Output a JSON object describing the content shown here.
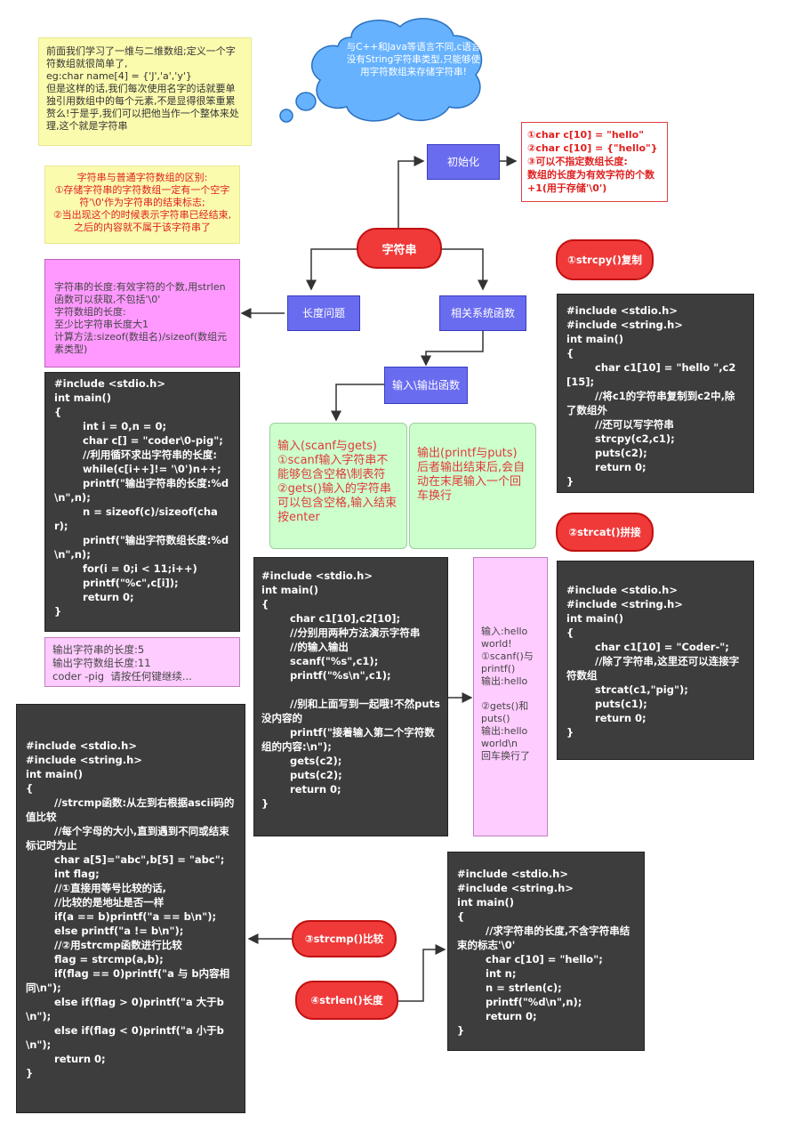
{
  "intro_note": "前面我们学习了一维与二维数组;定义一个字符数组就很简单了,\neg:char name[4] = {'J','a','y'}\n但是这样的话,我们每次使用名字的话就要单独引用数组中的每个元素,不是显得很笨重累赘么!于是乎,我们可以把他当作一个整体来处理,这个就是字符串",
  "cloud_text": "与C++和Java等语言不同,c语言没有String字符串类型,只能够使用字符数组来存储字符串!",
  "difference_note": "字符串与普通字符数组的区别:\n①存储字符串的字符数组一定有一个空字符'\\0'作为字符串的结束标志;\n②当出现这个的时候表示字符串已经结束,之后的内容就不属于该字符串了",
  "nodes": {
    "init": "初始化",
    "center": "字符串",
    "length": "长度问题",
    "functions": "相关系统函数",
    "io": "输入\\输出函数",
    "strcpy": "①strcpy()复制",
    "strcat": "②strcat()拼接",
    "strcmp": "③strcmp()比较",
    "strlen": "④strlen()长度"
  },
  "init_note": "①char c[10] = \"hello\"\n②char c[10] = {\"hello\"}\n③可以不指定数组长度:\n数组的长度为有效字符的个数+1(用于存储'\\0')",
  "length_note": "字符串的长度:有效字符的个数,用strlen函数可以获取,不包括'\\0'\n字符数组的长度:\n至少比字符串长度大1\n计算方法:sizeof(数组名)/sizeof(数组元素类型)",
  "length_code": "#include <stdio.h>\nint main()\n{\n        int i = 0,n = 0;\n        char c[] = \"coder\\0-pig\";\n        //利用循环求出字符串的长度:\n        while(c[i++]!= '\\0')n++;\n        printf(\"输出字符串的长度:%d\\n\",n);\n        n = sizeof(c)/sizeof(char);\n        printf(\"输出字符数组长度:%d\\n\",n);\n        for(i = 0;i < 11;i++)\n        printf(\"%c\",c[i]);\n        return 0;\n}",
  "length_output": "输出字符串的长度:5\n输出字符数组长度:11\ncoder -pig  请按任何键继续...",
  "input_note": "输入(scanf与gets)\n①scanf输入字符串不能够包含空格\\制表符\n②gets()输入的字符串可以包含空格,输入结束按enter",
  "output_note": "输出(printf与puts)\n后者输出结束后,会自动在末尾输入一个回车换行",
  "io_code": "#include <stdio.h>\nint main()\n{\n        char c1[10],c2[10];\n        //分别用两种方法演示字符串\n        //的输入输出\n        scanf(\"%s\",c1);\n        printf(\"%s\\n\",c1);\n\n        //别和上面写到一起哦!不然puts没内容的\n        printf(\"接着输入第二个字符数组的内容:\\n\");\n        gets(c2);\n        puts(c2);\n        return 0;\n}",
  "io_result": "输入:hello world!\n①scanf()与printf()\n输出:hello\n\n②gets()和puts()\n输出:hello world\\n\n回车换行了",
  "strcpy_code": "#include <stdio.h>\n#include <string.h>\nint main()\n{\n        char c1[10] = \"hello \",c2[15];\n        //将c1的字符串复制到c2中,除了数组外\n        //还可以写字符串\n        strcpy(c2,c1);\n        puts(c2);\n        return 0;\n}",
  "strcat_code": "#include <stdio.h>\n#include <string.h>\nint main()\n{\n        char c1[10] = \"Coder-\";\n        //除了字符串,这里还可以连接字符数组\n        strcat(c1,\"pig\");\n        puts(c1);\n        return 0;\n}",
  "strcmp_code": "#include <stdio.h>\n#include <string.h>\nint main()\n{\n        //strcmp函数:从左到右根据ascii码的值比较\n        //每个字母的大小,直到遇到不同或结束标记时为止\n        char a[5]=\"abc\",b[5] = \"abc\";\n        int flag;\n        //①直接用等号比较的话,\n        //比较的是地址是否一样\n        if(a == b)printf(\"a == b\\n\");\n        else printf(\"a != b\\n\");\n        //②用strcmp函数进行比较\n        flag = strcmp(a,b);\n        if(flag == 0)printf(\"a 与 b内容相同\\n\");\n        else if(flag > 0)printf(\"a 大于b\\n\");\n        else if(flag < 0)printf(\"a 小于b\\n\");\n        return 0;\n}",
  "strlen_code": "#include <stdio.h>\n#include <string.h>\nint main()\n{\n        //求字符串的长度,不含字符串结束的标志'\\0'\n        char c[10] = \"hello\";\n        int n;\n        n = strlen(c);\n        printf(\"%d\\n\",n);\n        return 0;\n}",
  "colors": {
    "node_blue": "#6a6cf0",
    "node_red": "#f03a3a",
    "code_bg": "#3d3d3d",
    "note_yellow": "#fbfbae",
    "pink": "#ff99ff",
    "green": "#ccffcc",
    "cloud": "#66b2ff"
  }
}
